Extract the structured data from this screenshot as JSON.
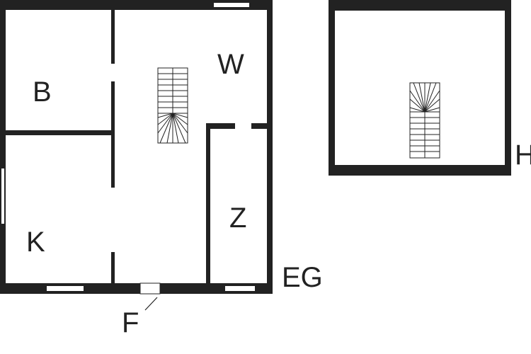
{
  "colors": {
    "wall": "#222222",
    "background": "#ffffff",
    "line": "#222222"
  },
  "ground_floor": {
    "label": "EG",
    "rooms": {
      "b": "B",
      "w": "W",
      "k": "K",
      "z": "Z"
    },
    "entrance_label": "F"
  },
  "upper_floor": {
    "label": "H"
  }
}
